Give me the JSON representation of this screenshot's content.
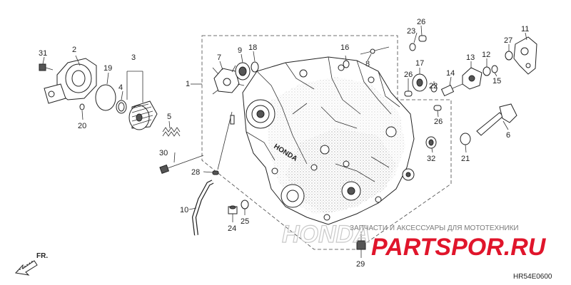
{
  "callouts": {
    "c1": "1",
    "c2": "2",
    "c3": "3",
    "c4": "4",
    "c5": "5",
    "c6": "6",
    "c7": "7",
    "c8": "8",
    "c9": "9",
    "c10": "10",
    "c11": "11",
    "c12": "12",
    "c13": "13",
    "c14": "14",
    "c15": "15",
    "c16": "16",
    "c17": "17",
    "c18": "18",
    "c19": "19",
    "c20": "20",
    "c21": "21",
    "c22": "22",
    "c23": "23",
    "c24": "24",
    "c25": "25",
    "c26a": "26",
    "c26b": "26",
    "c26c": "26",
    "c27": "27",
    "c28": "28",
    "c29": "29",
    "c30": "30",
    "c31": "31",
    "c32": "32"
  },
  "front_indicator": "FR.",
  "diagram_code": "HR54E0600",
  "watermark": {
    "tagline": "ЗАПЧАСТИ И АКСЕССУАРЫ ДЛЯ МОТОТЕХНИКИ",
    "brand": "PARTSPOR.RU",
    "ghost": "HONDA"
  },
  "case_logo": "HONDA"
}
